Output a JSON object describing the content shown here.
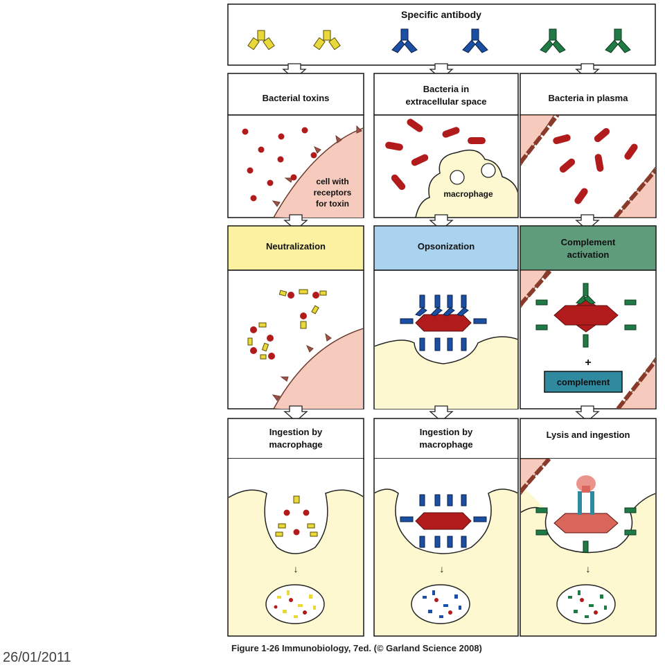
{
  "top_box": {
    "title": "Specific antibody"
  },
  "columns": [
    {
      "header_lines": [
        "Bacterial toxins"
      ],
      "cell_label_lines": [
        "cell with",
        "receptors",
        "for toxin"
      ],
      "process_lines": [
        "Neutralization"
      ],
      "result_lines": [
        "Ingestion by",
        "macrophage"
      ]
    },
    {
      "header_lines": [
        "Bacteria in",
        "extracellular space"
      ],
      "cell_label_lines": [
        "macrophage"
      ],
      "process_lines": [
        "Opsonization"
      ],
      "result_lines": [
        "Ingestion by",
        "macrophage"
      ]
    },
    {
      "header_lines": [
        "Bacteria in plasma"
      ],
      "cell_label_lines": [],
      "process_lines": [
        "Complement",
        "activation"
      ],
      "plus_sign": "+",
      "complement_label": "complement",
      "result_lines": [
        "Lysis and ingestion"
      ]
    }
  ],
  "caption": "Figure 1-26  Immunobiology, 7ed. (© Garland Science 2008)",
  "date": "26/01/2011",
  "colors": {
    "yellow_antibody": "#e9d83a",
    "blue_antibody": "#1b4fa3",
    "green_antibody": "#1f7a45",
    "neutralization_bg": "#fbf1a0",
    "opsonization_bg": "#a9d3ee",
    "complement_bg": "#5f9c7c",
    "complement_box": "#2f8aa0",
    "bacteria": "#b21b1b",
    "host_cell": "#f6cbbd",
    "macrophage": "#fdf8cf"
  }
}
